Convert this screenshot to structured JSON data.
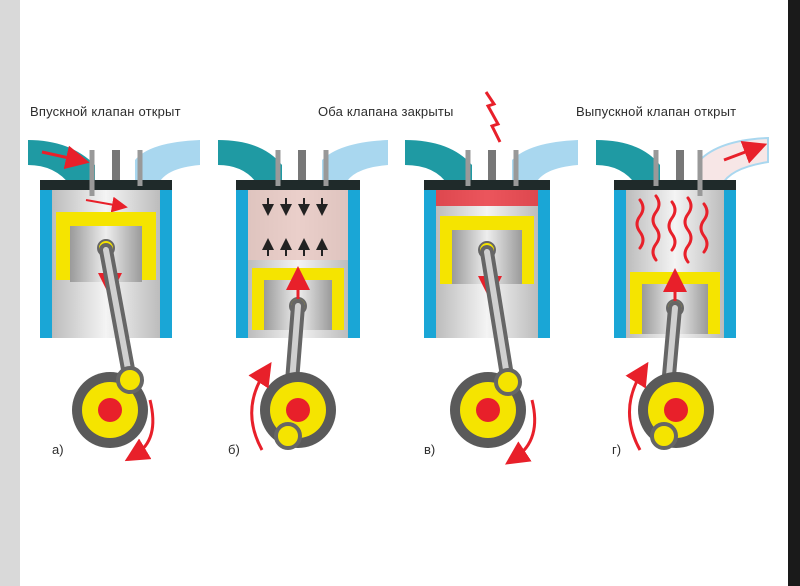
{
  "captions": {
    "intake": "Впускной клапан открыт",
    "compression": "Оба клапана закрыты",
    "exhaust": "Выпускной клапан открыт"
  },
  "stages": [
    {
      "letter": "а)"
    },
    {
      "letter": "б)"
    },
    {
      "letter": "в)"
    },
    {
      "letter": "г)"
    }
  ],
  "colors": {
    "cylinder_wall": "#1aa6d6",
    "intake_port": "#1f9aa3",
    "exhaust_port": "#a9d7ef",
    "piston": "#f5e400",
    "piston_body": "#d6d6d6",
    "crank": "#f5e400",
    "flywheel": "#5a5a5a",
    "arrow": "#e8202a"
  }
}
